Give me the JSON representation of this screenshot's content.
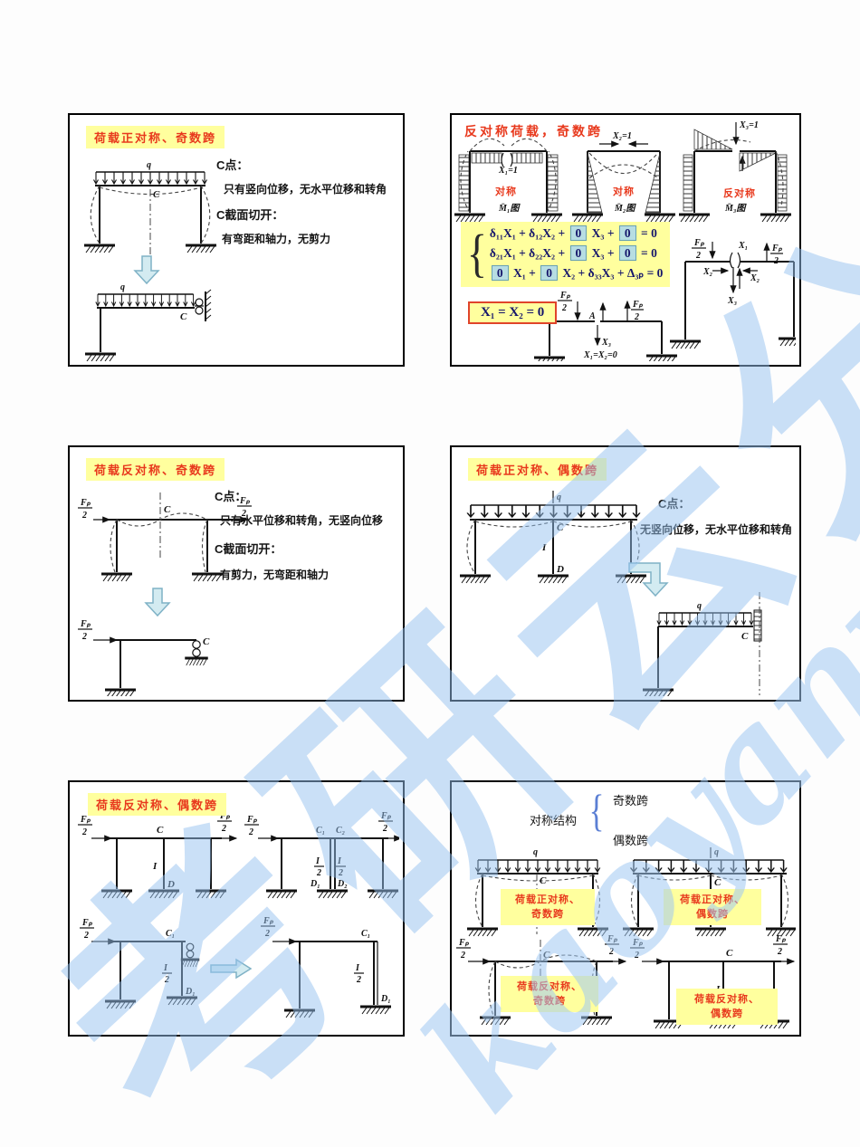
{
  "watermark": {
    "cn": "考研云分享",
    "latin": "kaoyany.top"
  },
  "sym": {
    "q": "q",
    "C": "C",
    "I": "I",
    "D": "D",
    "A": "A",
    "two": "2",
    "Fp": "Fₚ",
    "C1": "C₁",
    "C2": "C₂",
    "D1": "D₁",
    "D2": "D₂",
    "X1": "X₁",
    "X2": "X₂",
    "X3": "X₃",
    "X1_1": "X₁=1",
    "X2_1": "X₂=1",
    "X3_1": "X₃=1",
    "X12_0": "X₁=X₂=0"
  },
  "p1": {
    "title": "荷载正对称、奇数跨",
    "n1": "C点：",
    "n2": "只有竖向位移，无水平位移和转角",
    "n3": "C截面切开：",
    "n4": "有弯距和轴力，无剪力"
  },
  "p2": {
    "title": "反对称荷载，奇数跨",
    "sym1": "对称",
    "sym2": "对称",
    "anti": "反对称",
    "m1": "M̄₁图",
    "m2": "M̄₂图",
    "m3": "M̄₃图",
    "brace": "{",
    "equations": [
      [
        {
          "t": "δ₁₁X₁ + δ₁₂X₂ + "
        },
        {
          "t": "0",
          "box": true
        },
        {
          "t": " X₃ + "
        },
        {
          "t": "0",
          "box": true
        },
        {
          "t": " = 0"
        }
      ],
      [
        {
          "t": "δ₂₁X₁ + δ₂₂X₂ + "
        },
        {
          "t": "0",
          "box": true
        },
        {
          "t": " X₃ + "
        },
        {
          "t": "0",
          "box": true
        },
        {
          "t": " = 0"
        }
      ],
      [
        {
          "t": "0",
          "box": true
        },
        {
          "t": " X₁ + "
        },
        {
          "t": "0",
          "box": true
        },
        {
          "t": " X₂ + δ₃₃X₃ + Δ₃ₚ = 0"
        }
      ]
    ],
    "conclusion": "X₁ = X₂ = 0"
  },
  "p3": {
    "title": "荷载反对称、奇数跨",
    "n1": "C点：",
    "n2": "只有水平位移和转角，无竖向位移",
    "n3": "C截面切开：",
    "n4": "有剪力，无弯距和轴力"
  },
  "p4": {
    "title": "荷载正对称、偶数跨",
    "n1": "C点：",
    "n2": "无竖向位移，无水平位移和转角"
  },
  "p5": {
    "title": "荷载反对称、偶数跨"
  },
  "p6": {
    "root": "对称结构",
    "brace": "{",
    "b1": "奇数跨",
    "b2": "偶数跨",
    "l1a": "荷载正对称、",
    "l1b": "奇数跨",
    "l2a": "荷载正对称、",
    "l2b": "偶数跨",
    "l3a": "荷载反对称、",
    "l3b": "奇数跨",
    "l4a": "荷载反对称、",
    "l4b": "偶数跨"
  }
}
